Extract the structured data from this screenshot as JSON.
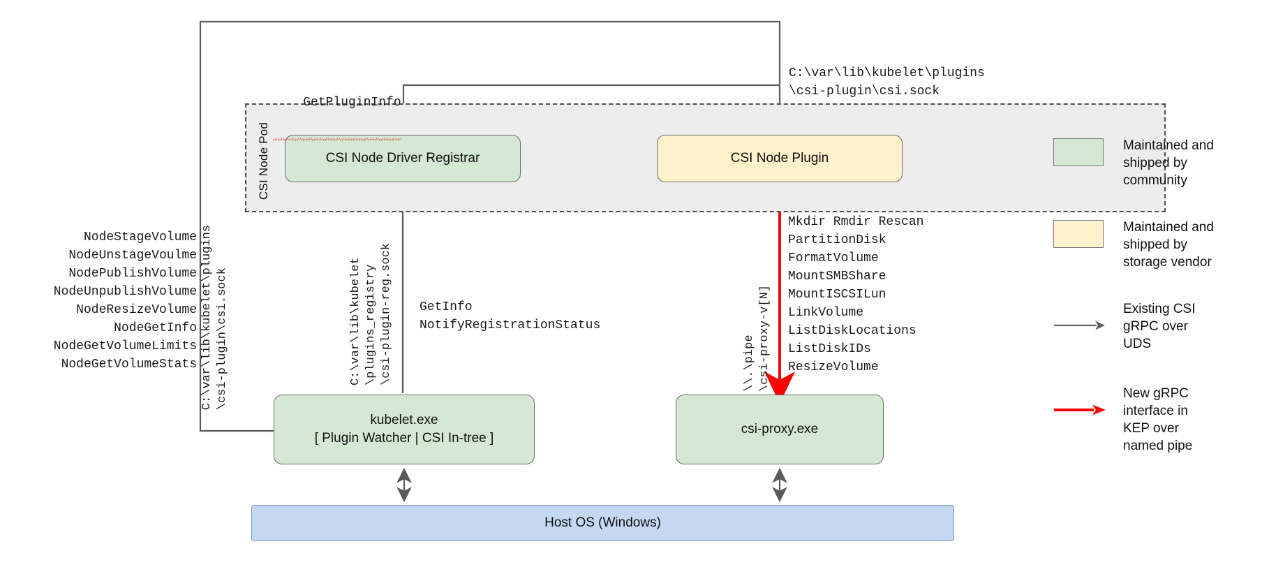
{
  "diagram": {
    "title": "CSI Proxy architecture on Windows",
    "pod": {
      "label": "CSI Node Pod"
    },
    "nodes": {
      "registrar": {
        "label": "CSI Node Driver Registrar",
        "fill": "#d5e8d4"
      },
      "plugin": {
        "label": "CSI Node Plugin",
        "fill": "#fff2cc"
      },
      "kubelet": {
        "line1": "kubelet.exe",
        "line2": "[ Plugin Watcher | CSI In-tree ]",
        "fill": "#d5e8d4"
      },
      "csiproxy": {
        "label": "csi-proxy.exe",
        "fill": "#d5e8d4"
      },
      "hostos": {
        "label": "Host OS (Windows)",
        "fill": "#c5d8f2"
      }
    },
    "annotations": {
      "get_plugin_info": "GetPluginInfo",
      "plugin_socket_path": "C:\\var\\lib\\kubelet\\plugins\n\\csi-plugin\\csi.sock",
      "left_api_list": "NodeStageVolume\nNodeUnstageVoulme\nNodePublishVolume\nNodeUnpublishVolume\nNodeResizeVolume\nNodeGetInfo\nNodeGetVolumeLimits\nNodeGetVolumeStats",
      "registrar_api_list": "GetInfo\nNotifyRegistrationStatus",
      "csi_proxy_api_list": "Mkdir Rmdir Rescan\nPartitionDisk\nFormatVolume\nMountSMBShare\nMountISCSILun\nLinkVolume\nListDiskLocations\nListDiskIDs\nResizeVolume",
      "vertical_csi_sock": "C:\\var\\lib\\kubelet\\plugins\n\\csi-plugin\\csi.sock",
      "vertical_reg_sock": "C:\\var\\lib\\kubelet\n\\plugins_registry\n\\csi-plugin-reg.sock",
      "vertical_named_pipe": "\\\\.\\pipe\n\\csi-proxy-v[N]"
    },
    "legend": {
      "items": [
        {
          "type": "swatch",
          "color": "#d5e8d4",
          "text": "Maintained and\nshipped by\ncommunity"
        },
        {
          "type": "swatch",
          "color": "#fff2cc",
          "text": "Maintained and\nshipped by\nstorage vendor"
        },
        {
          "type": "arrow",
          "color": "#666666",
          "text": "Existing CSI\ngRPC over\nUDS"
        },
        {
          "type": "arrow",
          "color": "#ff0000",
          "text": "New gRPC\ninterface in\nKEP over\nnamed pipe"
        }
      ]
    },
    "colors": {
      "community_green": "#d5e8d4",
      "vendor_yellow": "#fff2cc",
      "host_os_blue": "#c5d8f2",
      "pod_gray": "#ededed",
      "existing_arrow": "#666666",
      "new_arrow": "#ff0000",
      "spellcheck_underline": "#e02020"
    }
  }
}
